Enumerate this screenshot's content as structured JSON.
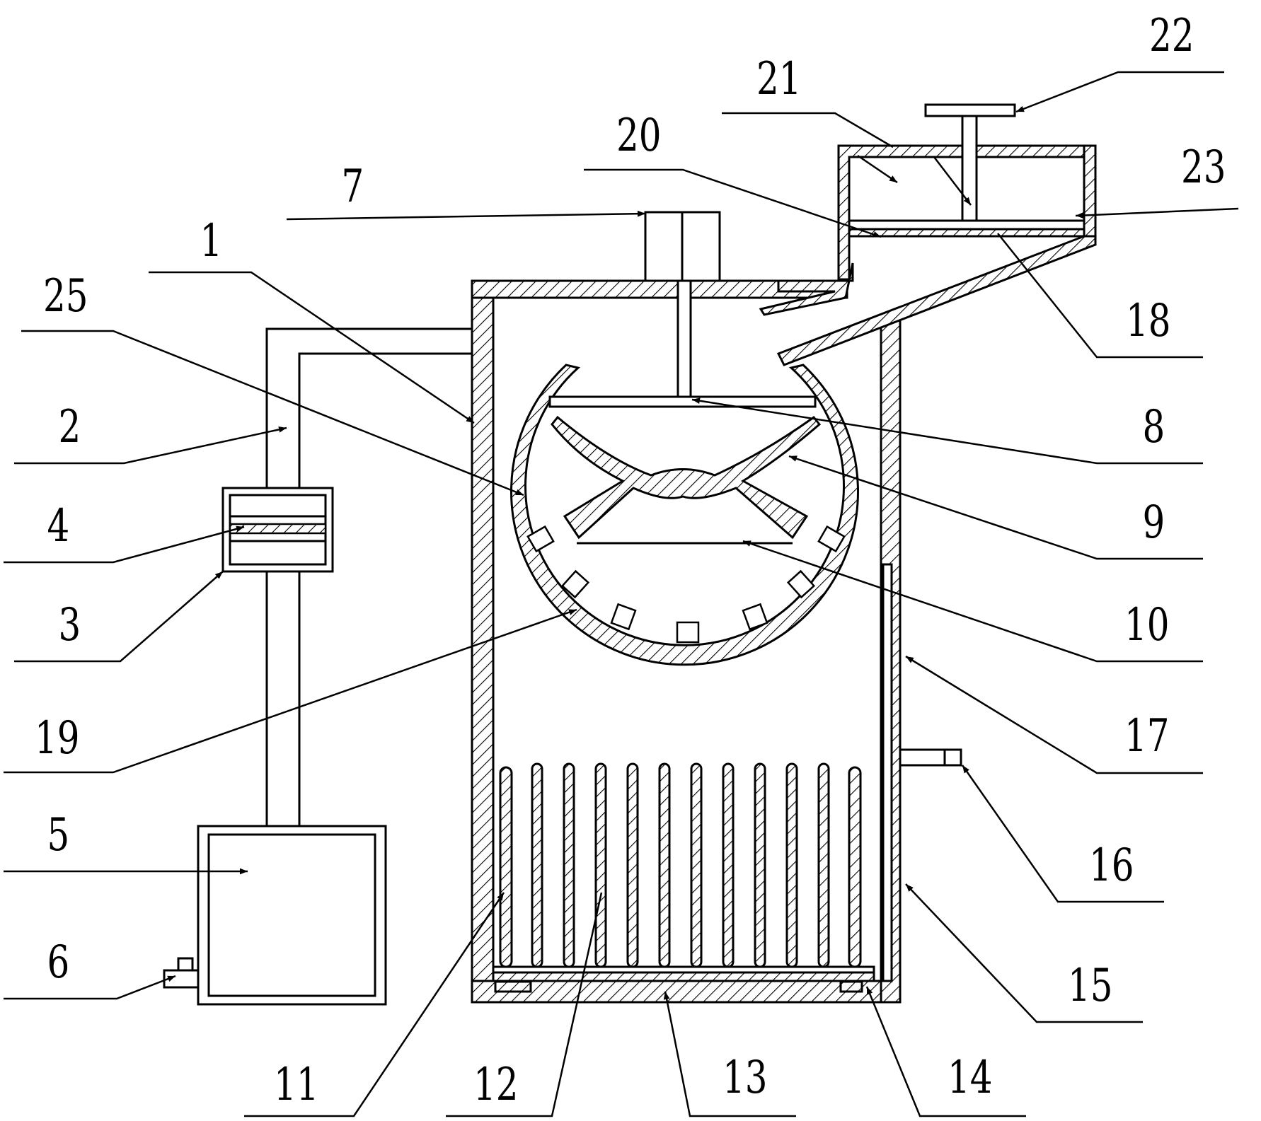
{
  "diagram": {
    "labels": {
      "l1": "1",
      "l2": "2",
      "l3": "3",
      "l4": "4",
      "l5": "5",
      "l6": "6",
      "l7": "7",
      "l8": "8",
      "l9": "9",
      "l10": "10",
      "l11": "11",
      "l12": "12",
      "l13": "13",
      "l14": "14",
      "l15": "15",
      "l16": "16",
      "l17": "17",
      "l18": "18",
      "l19": "19",
      "l20": "20",
      "l21": "21",
      "l22": "22",
      "l23": "23",
      "l25": "25"
    }
  }
}
